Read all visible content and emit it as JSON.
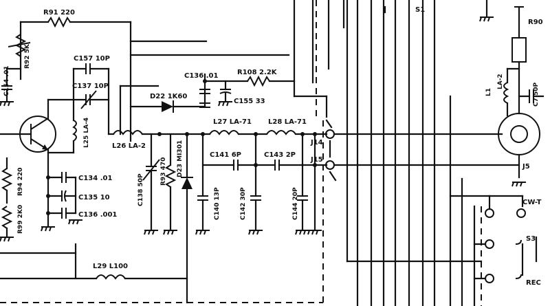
{
  "diagram": {
    "labels": {
      "r91": "R91 220",
      "r92": "R92 5K",
      "c154": "C154 .01",
      "c157": "C157 10P",
      "c137": "C137 10P",
      "c136": "C136 .01",
      "r108": "R108 2.2K",
      "d22": "D22 1K60",
      "c155": "C155 33",
      "l25": "L25 LA-4",
      "l26": "L26 LA-2",
      "l27": "L27 LA-71",
      "l28": "L28 LA-71",
      "c134": "C134 .01",
      "c135": "C135 10",
      "c136b": "C136 .001",
      "r94": "R94 220",
      "r99": "R99 2K0",
      "c138": "C138 50P",
      "r93": "R93 470",
      "d23": "D23 MI301",
      "c141": "C141 6P",
      "c143": "C143 2P",
      "c140": "C140 13P",
      "c142": "C142 30P",
      "c144": "C144 20P",
      "j14": "J14",
      "j15": "J15",
      "l1": "L1",
      "la2": "LA-2",
      "c7": "C7 50P",
      "j5": "J5",
      "r90": "R90",
      "s1": "S1",
      "cwt": "CW-T",
      "s3": "S3",
      "rec": "REC",
      "l29": "L29 L100"
    }
  }
}
